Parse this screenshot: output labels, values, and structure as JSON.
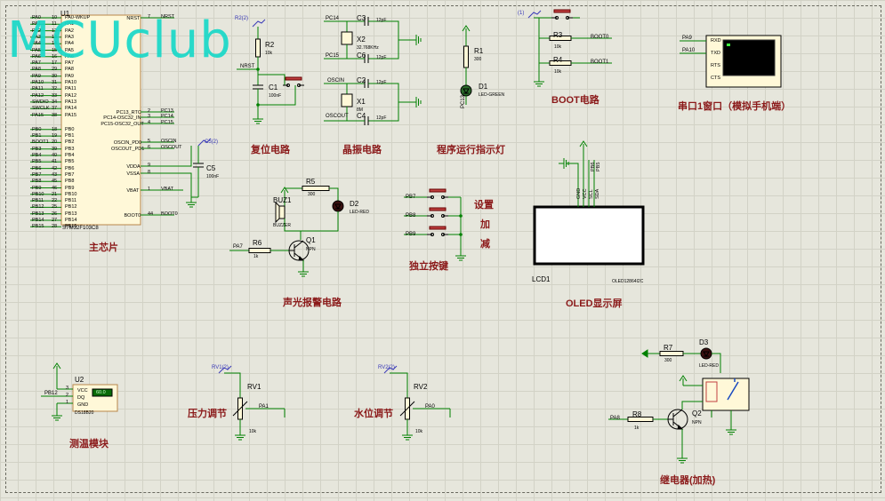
{
  "watermark": "MCUclub",
  "sections": {
    "main_chip": "主芯片",
    "reset": "复位电路",
    "crystal": "晶振电路",
    "indicator": "程序运行指示灯",
    "boot": "BOOT电路",
    "serial": "串口1窗口（模拟手机端）",
    "alarm": "声光报警电路",
    "keys": "独立按键",
    "oled": "OLED显示屏",
    "temp": "测温模块",
    "pressure_section": "压力调节",
    "water_section": "水位调节",
    "relay": "继电器(加热)"
  },
  "keys": {
    "set": "设置",
    "add": "加",
    "sub": "减"
  },
  "mcu": {
    "ref": "U1",
    "part": "STM32F103C8",
    "left_pins": [
      [
        "PA0",
        "10"
      ],
      [
        "PA1",
        "11"
      ],
      [
        "PA2",
        "12"
      ],
      [
        "PA3",
        "13"
      ],
      [
        "PA4",
        "14"
      ],
      [
        "PA5",
        "15"
      ],
      [
        "PA6",
        "16"
      ],
      [
        "PA7",
        "17"
      ],
      [
        "PA8",
        "29"
      ],
      [
        "PA9",
        "30"
      ],
      [
        "PA10",
        "31"
      ],
      [
        "PA11",
        "32"
      ],
      [
        "PA12",
        "33"
      ],
      [
        "SWDIO",
        "34"
      ],
      [
        "SWCLK",
        "37"
      ],
      [
        "PA15",
        "38"
      ],
      [
        "PB0",
        "18"
      ],
      [
        "PB1",
        "19"
      ],
      [
        "BOOT1",
        "20"
      ],
      [
        "PB3",
        "39"
      ],
      [
        "PB4",
        "40"
      ],
      [
        "PB5",
        "41"
      ],
      [
        "PB6",
        "42"
      ],
      [
        "PB7",
        "43"
      ],
      [
        "PB8",
        "45"
      ],
      [
        "PB9",
        "46"
      ],
      [
        "PB10",
        "21"
      ],
      [
        "PB11",
        "22"
      ],
      [
        "PB12",
        "25"
      ],
      [
        "PB13",
        "26"
      ],
      [
        "PB14",
        "27"
      ],
      [
        "PB15",
        "28"
      ]
    ],
    "inner_left": [
      "PA0-WKUP",
      "PA1",
      "PA2",
      "PA3",
      "PA4",
      "PA5",
      "PA6",
      "PA7",
      "PA8",
      "PA9",
      "PA10",
      "PA11",
      "PA12",
      "PA13",
      "PA14",
      "PA15",
      "PB0",
      "PB1",
      "PB2",
      "PB3",
      "PB4",
      "PB5",
      "PB6",
      "PB7",
      "PB8",
      "PB9",
      "PB10",
      "PB11",
      "PB12",
      "PB13",
      "PB14",
      "PB15"
    ],
    "right_pins": [
      {
        "inner": "NRST",
        "num": "7",
        "net": "NRST"
      },
      {
        "inner": "PC13_RTC",
        "num": "2",
        "net": "PC13"
      },
      {
        "inner": "PC14-OSC32_IN",
        "num": "3",
        "net": "PC14"
      },
      {
        "inner": "PC15-OSC32_OUT",
        "num": "4",
        "net": "PC15"
      },
      {
        "inner": "OSCIN_PD0",
        "num": "5",
        "net": "OSCIN"
      },
      {
        "inner": "OSCOUT_PD1",
        "num": "6",
        "net": "OSCOUT"
      },
      {
        "inner": "VDDA",
        "num": "9",
        "net": ""
      },
      {
        "inner": "VSSA",
        "num": "8",
        "net": ""
      },
      {
        "inner": "VBAT",
        "num": "1",
        "net": "VBAT"
      },
      {
        "inner": "BOOT0",
        "num": "44",
        "net": "BOOT0"
      }
    ]
  },
  "components": {
    "r2": {
      "ref": "R2",
      "val": "10k",
      "probe": "R2(2)"
    },
    "c1": {
      "ref": "C1",
      "val": "100nF",
      "net": "NRST"
    },
    "c5": {
      "ref": "C5",
      "val": "100nF",
      "probe": "C5(2)"
    },
    "c3": {
      "ref": "C3",
      "val": "12pF",
      "net": "PC14"
    },
    "c6": {
      "ref": "C6",
      "val": "12pF",
      "net": "PC15"
    },
    "x2": {
      "ref": "X2",
      "val": "32.768KHz"
    },
    "c2": {
      "ref": "C2",
      "val": "12pF",
      "net": "OSCIN"
    },
    "c4": {
      "ref": "C4",
      "val": "12pF",
      "net": "OSCOUT"
    },
    "x1": {
      "ref": "X1",
      "val": "8M"
    },
    "r1": {
      "ref": "R1",
      "val": "300"
    },
    "d1": {
      "ref": "D1",
      "val": "LED-GREEN",
      "net": "PC13"
    },
    "r3": {
      "ref": "R3",
      "val": "10k",
      "net": "BOOT0"
    },
    "r4": {
      "ref": "R4",
      "val": "10k",
      "net": "BOOT1"
    },
    "boot_probe": "(1)",
    "serial": {
      "pins": [
        "RXD",
        "TXD",
        "RTS",
        "CTS"
      ],
      "nets": [
        "PA9",
        "PA10"
      ]
    },
    "buz1": {
      "ref": "BUZ1",
      "val": "BUZZER"
    },
    "r5": {
      "ref": "R5",
      "val": "300"
    },
    "d2": {
      "ref": "D2",
      "val": "LED-RED"
    },
    "r6": {
      "ref": "R6",
      "val": "1k",
      "net": "PA7"
    },
    "q1": {
      "ref": "Q1",
      "val": "NPN"
    },
    "key_nets": [
      "PB7",
      "PB8",
      "PB9"
    ],
    "lcd1": {
      "ref": "LCD1",
      "val": "OLED12864I2C",
      "pins": [
        "GND",
        "VCC",
        "SCL",
        "SDA"
      ],
      "nets": [
        "PB6",
        "PB5"
      ]
    },
    "u2": {
      "ref": "U2",
      "val": "DS18B20",
      "pins": [
        "VCC",
        "DQ",
        "GND"
      ],
      "nums": [
        "3",
        "2",
        "1"
      ],
      "net": "PB12",
      "display": "60.0"
    },
    "rv1": {
      "ref": "RV1",
      "val": "10k",
      "probe": "RV1(2)",
      "net": "PA1"
    },
    "rv2": {
      "ref": "RV2",
      "val": "10k",
      "probe": "RV2(2)",
      "net": "PA0"
    },
    "r7": {
      "ref": "R7",
      "val": "300"
    },
    "d3": {
      "ref": "D3",
      "val": "LED-RED"
    },
    "r8": {
      "ref": "R8",
      "val": "1k",
      "net": "PA8"
    },
    "q2": {
      "ref": "Q2",
      "val": "NPN"
    }
  },
  "colors": {
    "wire": "#008000",
    "body": "#b8864a",
    "body_fill": "#fff8d8",
    "label": "#8b1a1a",
    "watermark": "#18d8c8",
    "grid": "#d2d2c6"
  }
}
